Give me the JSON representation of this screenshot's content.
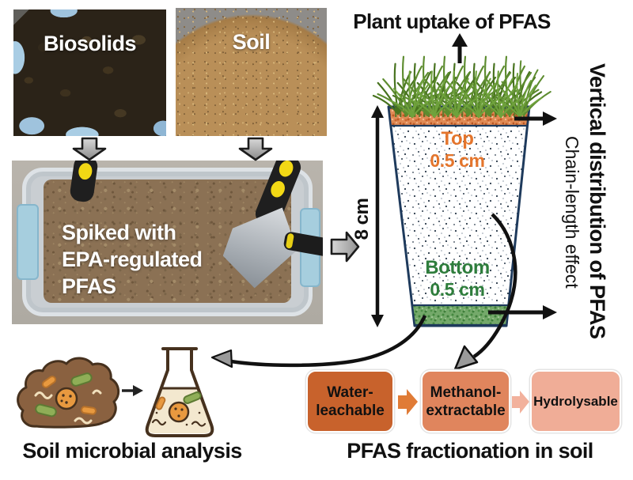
{
  "materials": {
    "biosolids_label": "Biosolids",
    "soil_label": "Soil"
  },
  "mixing": {
    "caption_lines": [
      "Spiked with",
      "EPA-regulated",
      "PFAS"
    ]
  },
  "pot": {
    "title": "Plant uptake of PFAS",
    "top_label": "Top",
    "top_depth": "0.5 cm",
    "bottom_label": "Bottom",
    "bottom_depth": "0.5 cm",
    "height": "8 cm",
    "axis_primary": "Vertical distribution of PFAS",
    "axis_secondary": "Chain-length effect"
  },
  "microbial": {
    "caption": "Soil microbial analysis"
  },
  "fractionation": {
    "caption": "PFAS fractionation in soil",
    "steps": [
      {
        "label": "Water-leachable",
        "lines": [
          "Water-",
          "leachable"
        ],
        "color": "#C8622C"
      },
      {
        "label": "Methanol-extractable",
        "lines": [
          "Methanol-",
          "extractable"
        ],
        "color": "#E0855D"
      },
      {
        "label": "Hydrolysable",
        "lines": [
          "Hydrolysable"
        ],
        "color": "#F0AD97"
      }
    ]
  },
  "icons": {
    "down_arrow": "block-arrow-down",
    "transfer_arrow": "block-arrow-right",
    "up_arrow": "plant-uptake-arrow",
    "grass": "grass-plants",
    "soil_mound": "soil-mound-with-microbes",
    "flask": "erlenmeyer-flask-with-microbes",
    "curved_arrows": "sampling-curved-arrows"
  },
  "colors": {
    "pot_outline": "#1E3A5C",
    "top_layer": "#E08A54",
    "bottom_layer": "#74A96A",
    "top_text": "#E4752C",
    "bottom_text": "#2E7D3C",
    "grass": "#5D8C2F",
    "box_water": "#C8622C",
    "box_methanol": "#E0855D",
    "box_hydrolysable": "#F0AD97",
    "connector_1": "#E07B36",
    "connector_2": "#F2B19C",
    "gray_block_arrow": "#ABABAB"
  }
}
